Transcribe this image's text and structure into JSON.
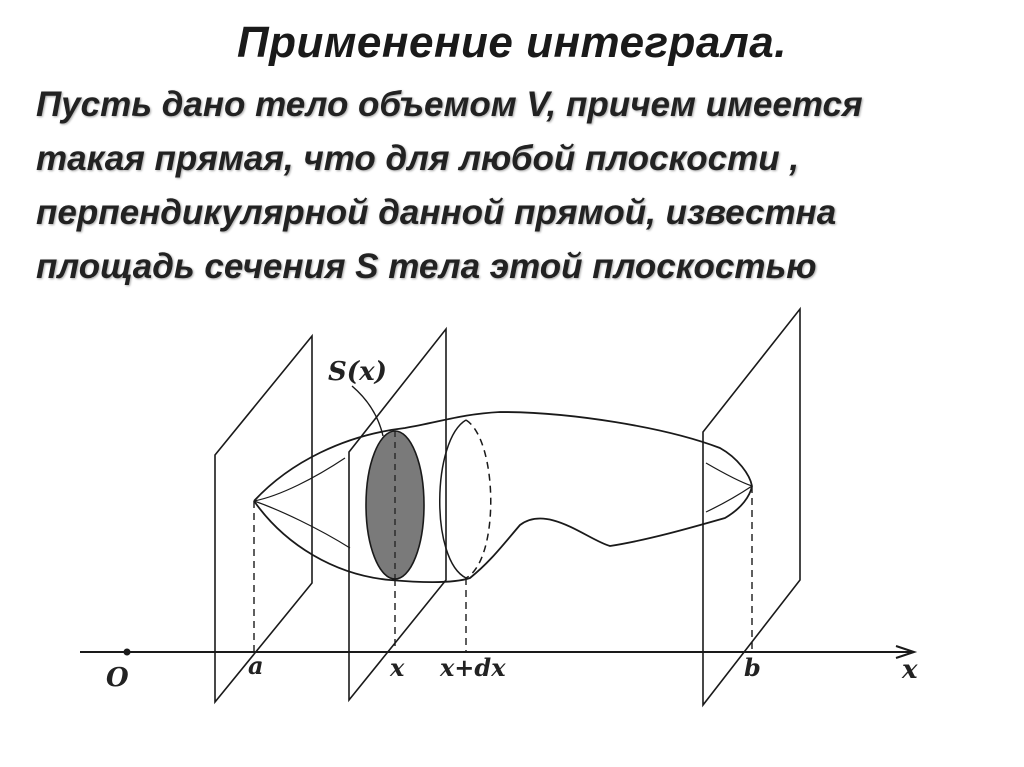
{
  "title": "Применение интеграла.",
  "body_lines": [
    "Пусть дано тело объемом V, причем имеется",
    "такая прямая, что для любой плоскости ,",
    "перпендикулярной данной прямой, известна",
    "площадь сечения S тела этой плоскостью"
  ],
  "diagram": {
    "section_label": "S(x)",
    "origin_label": "O",
    "axis_label": "x",
    "point_labels": {
      "a": "a",
      "x": "x",
      "x_dx": "x+dx",
      "b": "b"
    }
  },
  "colors": {
    "text": "#222222",
    "section_fill": "#7a7a7a",
    "lines": "#1a1a1a",
    "background": "#ffffff"
  }
}
